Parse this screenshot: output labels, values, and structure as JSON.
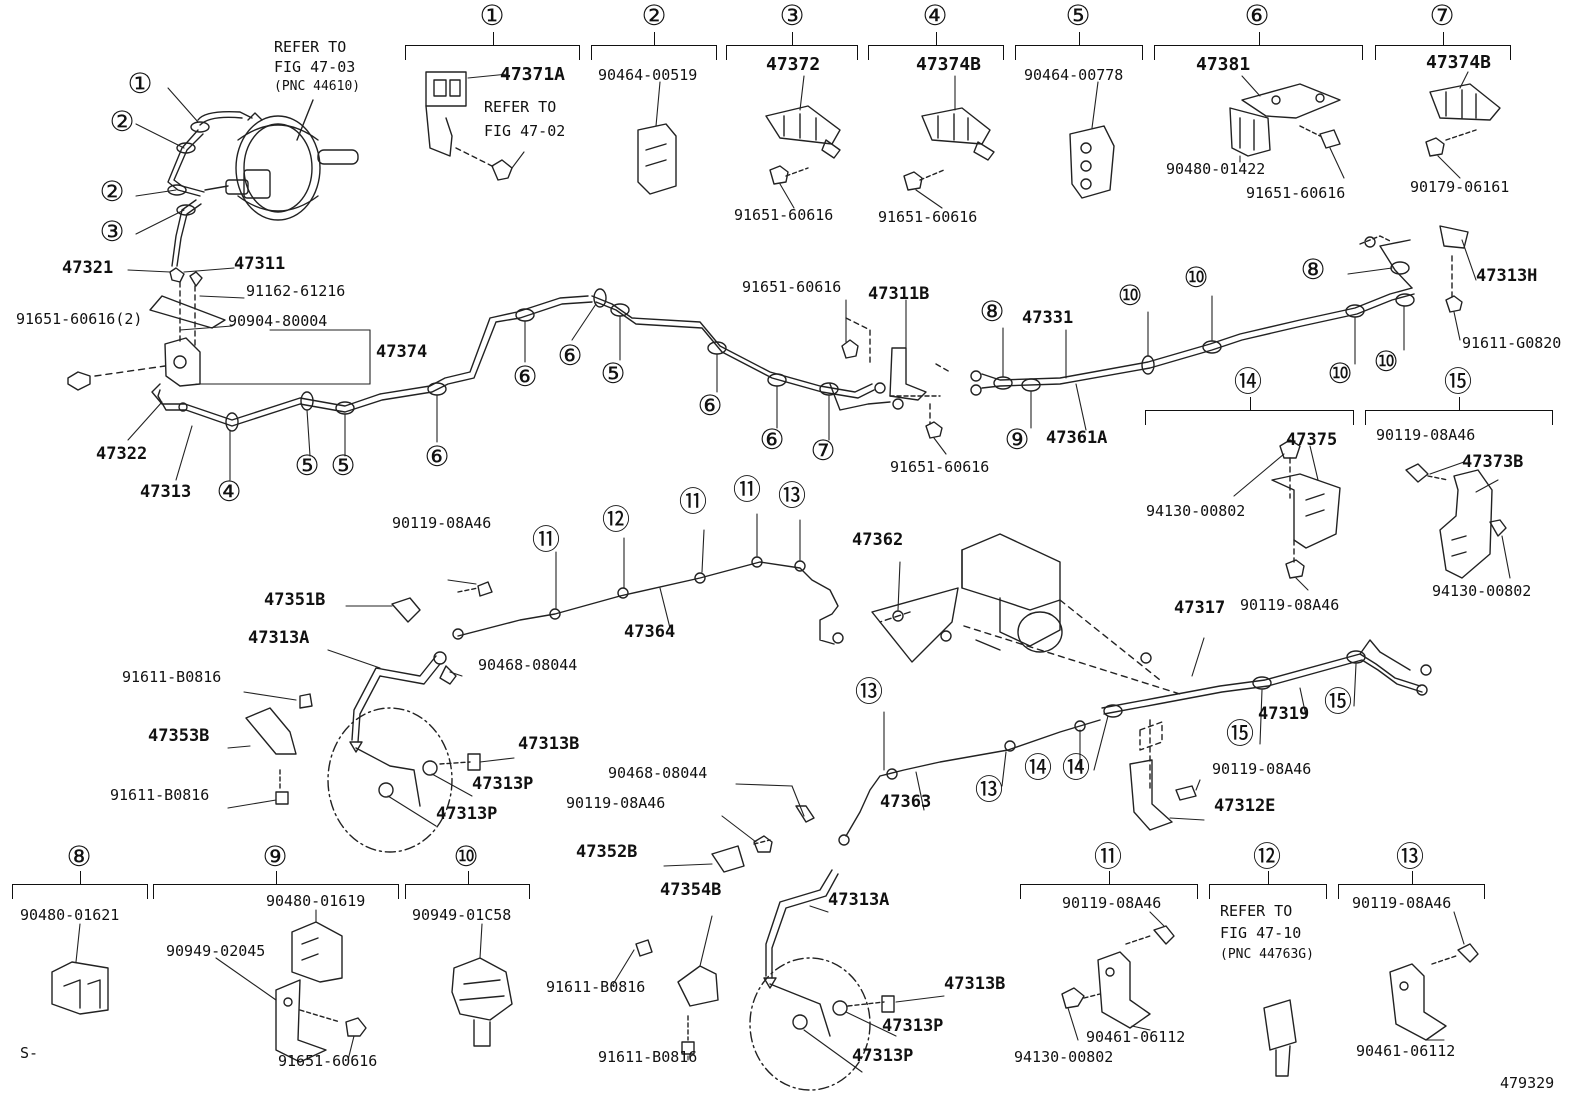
{
  "diagram_id": "479329",
  "corner_mark": "S-",
  "references": {
    "fig_47_03": {
      "line1": "REFER TO",
      "line2": "FIG 47-03",
      "line3": "(PNC 44610)"
    },
    "fig_47_02": {
      "line1": "REFER TO",
      "line2": "FIG 47-02"
    },
    "fig_47_10": {
      "line1": "REFER TO",
      "line2": "FIG 47-10",
      "line3": "(PNC 44763G)"
    }
  },
  "sections": {
    "s1": {
      "num": "①",
      "part_a": "47371A"
    },
    "s2": {
      "num": "②",
      "part_a": "90464-00519"
    },
    "s3": {
      "num": "③",
      "part_a": "47372",
      "part_b": "91651-60616"
    },
    "s4": {
      "num": "④",
      "part_a": "47374B",
      "part_b": "91651-60616"
    },
    "s5": {
      "num": "⑤",
      "part_a": "90464-00778"
    },
    "s6": {
      "num": "⑥",
      "part_a": "47381",
      "part_b": "90480-01422",
      "part_c": "91651-60616"
    },
    "s7": {
      "num": "⑦",
      "part_a": "47374B",
      "part_b": "90179-06161"
    },
    "s8": {
      "num": "⑧",
      "part_a": "90480-01621"
    },
    "s9": {
      "num": "⑨",
      "part_a": "90480-01619",
      "part_b": "90949-02045",
      "part_c": "91651-60616"
    },
    "s10": {
      "num": "⑩",
      "part_a": "90949-01C58"
    },
    "s11": {
      "num": "⑪",
      "part_a": "90119-08A46",
      "part_b": "94130-00802",
      "part_c": "90461-06112"
    },
    "s12": {
      "num": "⑫"
    },
    "s13": {
      "num": "⑬",
      "part_a": "90119-08A46",
      "part_b": "90461-06112"
    },
    "s14": {
      "num": "⑭",
      "part_a": "47375",
      "part_b": "94130-00802",
      "part_c": "90119-08A46"
    },
    "s15": {
      "num": "⑮",
      "part_a": "90119-08A46",
      "part_b": "47373B",
      "part_c": "94130-00802"
    }
  },
  "callouts": {
    "c1": "①",
    "c2": "②",
    "c3": "③",
    "c4": "④",
    "c5": "⑤",
    "c6": "⑥",
    "c7": "⑦",
    "c8": "⑧",
    "c9": "⑨",
    "c10": "⑩",
    "c11": "⑪",
    "c12": "⑫",
    "c13": "⑬",
    "c14": "⑭",
    "c15": "⑮"
  },
  "parts": {
    "p47321": "47321",
    "p47311": "47311",
    "p91162": "91162-61216",
    "p91651_2": "91651-60616(2)",
    "p90904": "90904-80004",
    "p47374": "47374",
    "p47322": "47322",
    "p47313": "47313",
    "p91651_a": "91651-60616",
    "p47311B": "47311B",
    "p91651_b": "91651-60616",
    "p47331": "47331",
    "p47361A": "47361A",
    "p47313H": "47313H",
    "p91611_G": "91611-G0820",
    "p90119_a": "90119-08A46",
    "p47351B": "47351B",
    "p47313A_a": "47313A",
    "p90468_a": "90468-08044",
    "p91611_a": "91611-B0816",
    "p47353B": "47353B",
    "p91611_b": "91611-B0816",
    "p47313B_a": "47313B",
    "p47313P_a": "47313P",
    "p47313P_b": "47313P",
    "p47364": "47364",
    "p47362": "47362",
    "p47317": "47317",
    "p47319": "47319",
    "p90119_b": "90119-08A46",
    "p47312E": "47312E",
    "p47363": "47363",
    "p90468_b": "90468-08044",
    "p90119_c": "90119-08A46",
    "p47352B": "47352B",
    "p47354B": "47354B",
    "p47313A_b": "47313A",
    "p91611_c": "91611-B0816",
    "p91611_d": "91611-B0816",
    "p47313B_b": "47313B",
    "p47313P_c": "47313P",
    "p47313P_d": "47313P"
  }
}
